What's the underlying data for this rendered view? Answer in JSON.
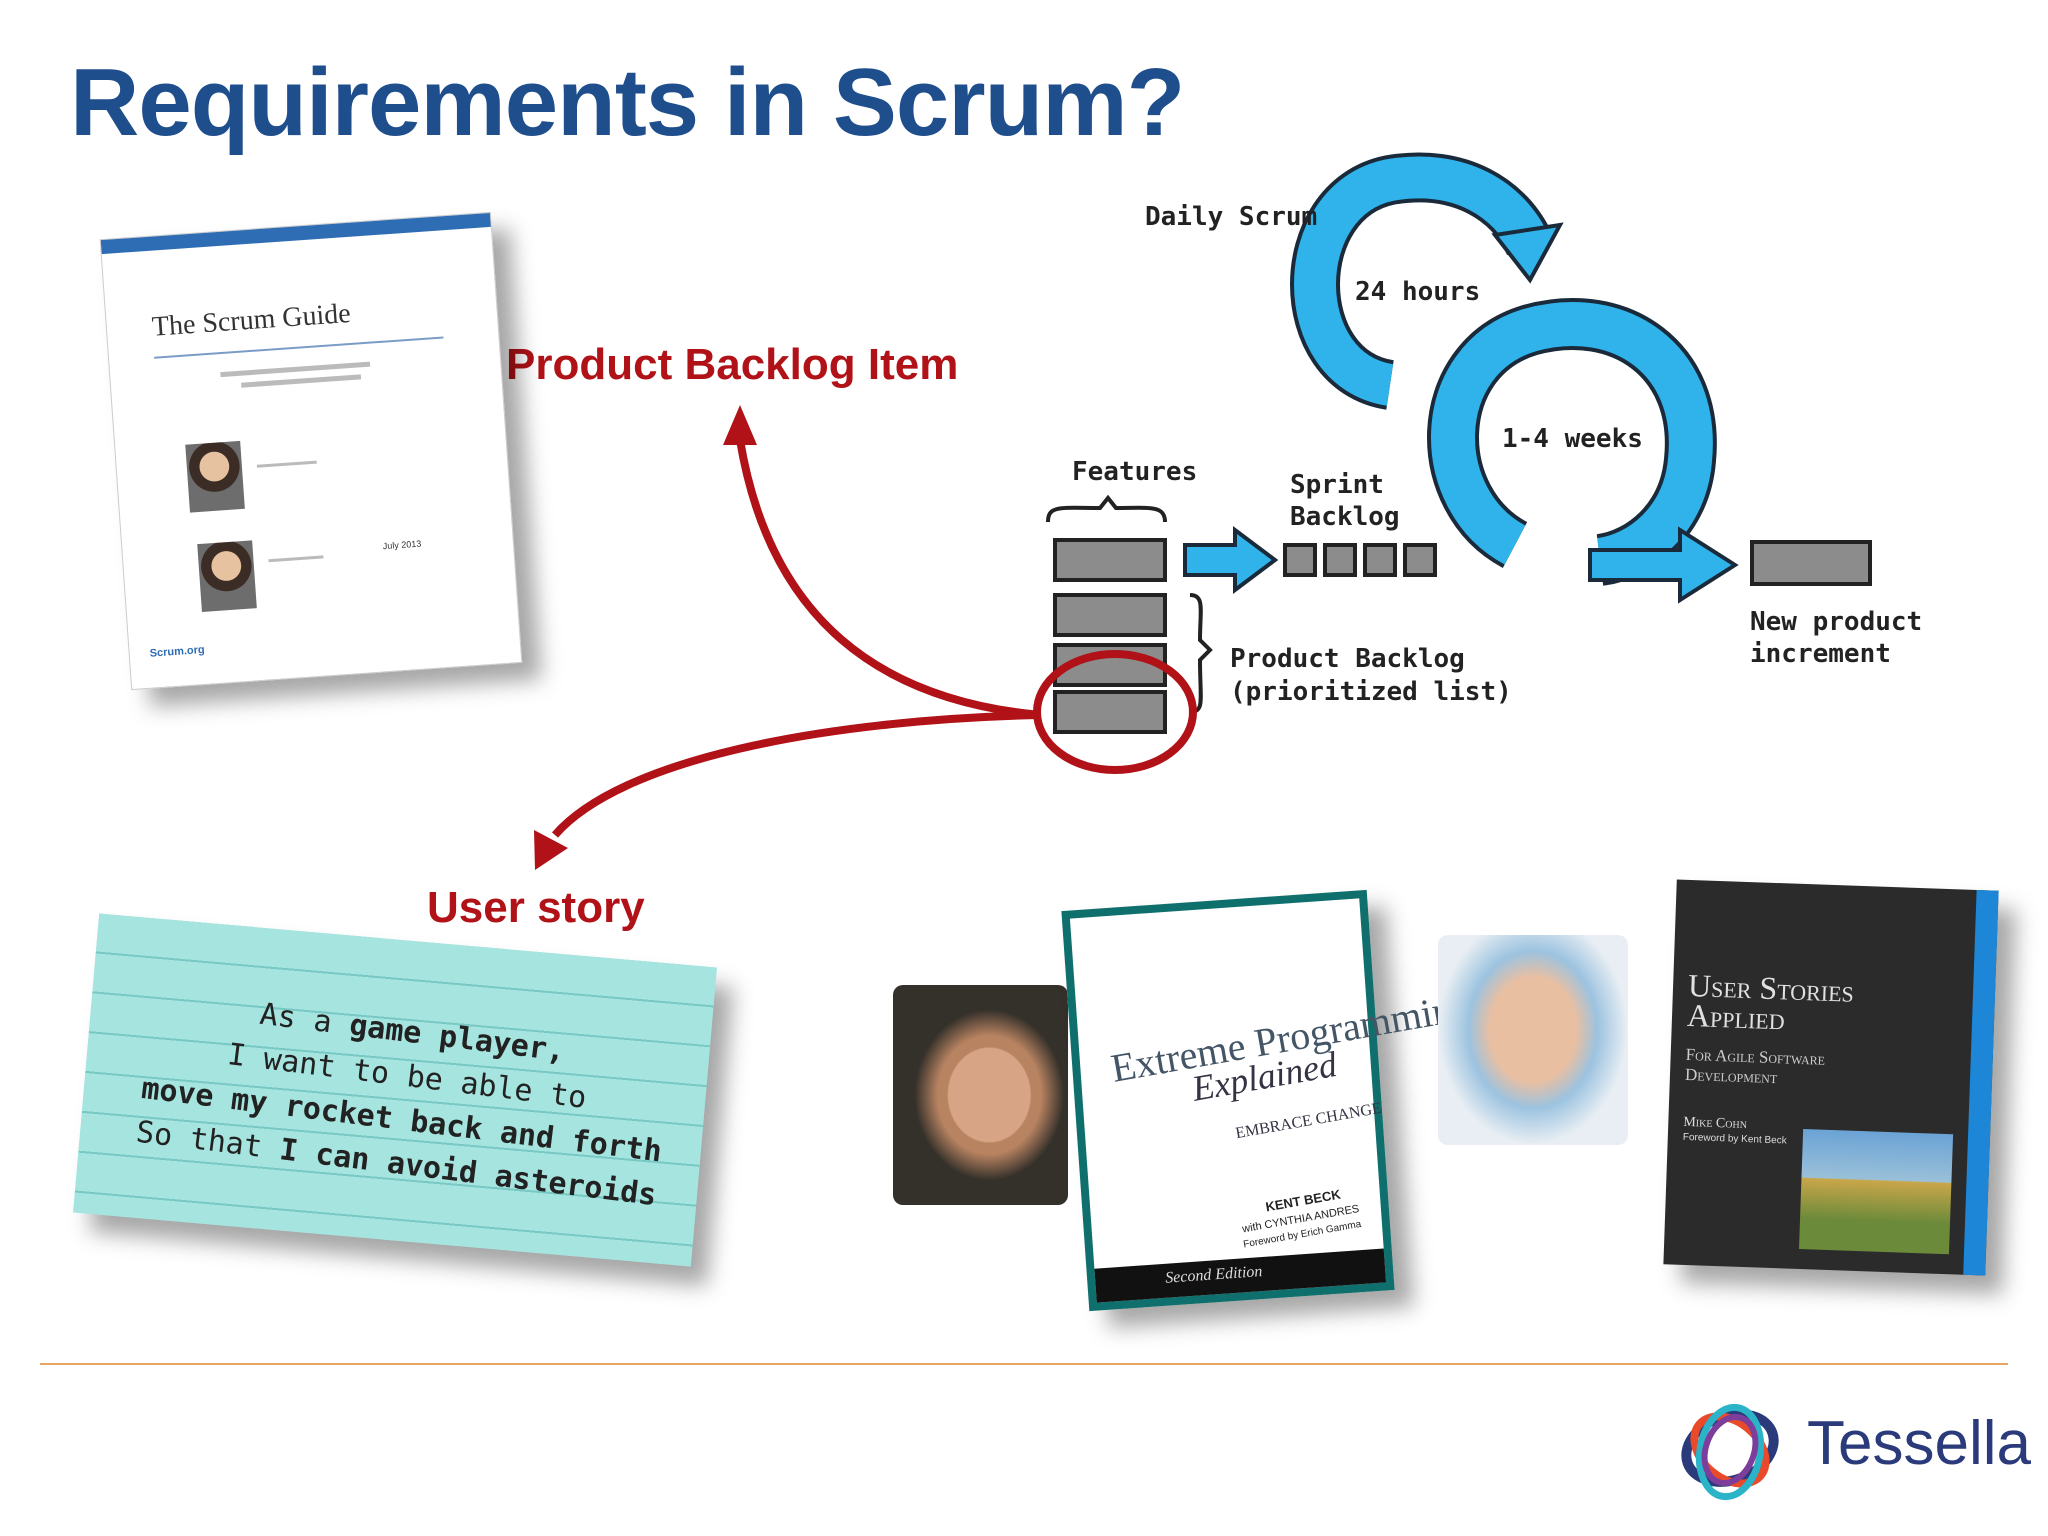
{
  "slide": {
    "title": "Requirements in Scrum?",
    "labels": {
      "product_backlog_item": "Product  Backlog Item",
      "user_story": "User story"
    },
    "colors": {
      "title": "#1f4e8c",
      "label_red": "#b01218",
      "arrow_blue": "#2fb3ea",
      "divider": "#e8a463"
    }
  },
  "scrum_diagram": {
    "daily_scrum": "Daily Scrum",
    "hours": "24 hours",
    "weeks": "1-4 weeks",
    "features": "Features",
    "sprint_backlog_line1": "Sprint",
    "sprint_backlog_line2": "Backlog",
    "product_backlog_line1": "Product Backlog",
    "product_backlog_line2": "(prioritized list)",
    "increment_line1": "New product",
    "increment_line2": "increment"
  },
  "scrum_guide": {
    "title": "The Scrum Guide",
    "date": "July 2013",
    "footer": "Scrum.org"
  },
  "user_story_card": {
    "line1_a": "As a ",
    "line1_b": "game player",
    "line1_c": ",",
    "line2": "I want to be able to",
    "line3": "move my rocket back and forth",
    "line4_a": "So that ",
    "line4_b": "I can avoid asteroids"
  },
  "xp_book": {
    "title_line1": "Extreme Programming",
    "title_line2": "Explained",
    "subtitle": "EMBRACE CHANGE",
    "author": "KENT BECK",
    "coauthor": "with CYNTHIA ANDRES",
    "foreword": "Foreword by Erich Gamma",
    "edition": "Second Edition"
  },
  "user_stories_book": {
    "title_line1": "User Stories",
    "title_line2": "Applied",
    "subtitle_line1": "For Agile Software",
    "subtitle_line2": "Development",
    "author": "Mike Cohn",
    "foreword": "Foreword by Kent Beck"
  },
  "logo": {
    "name": "Tessella"
  }
}
